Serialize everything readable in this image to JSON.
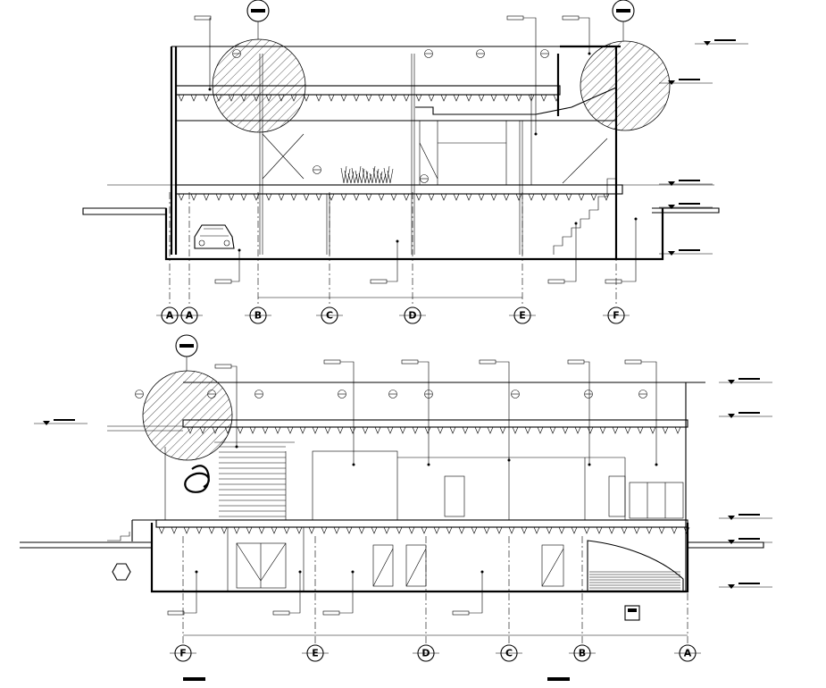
{
  "drawing": {
    "colors": {
      "ink": "#000000",
      "paper": "#ffffff"
    },
    "section_1": {
      "grid_axes": [
        "A",
        "A",
        "B",
        "C",
        "D",
        "E",
        "F"
      ]
    },
    "section_2": {
      "grid_axes": [
        "F",
        "E",
        "D",
        "C",
        "B",
        "A"
      ]
    },
    "icons": [
      "section-marker-icon",
      "detail-callout-icon",
      "elevation-marker-icon",
      "car-icon",
      "grid-bubble-icon"
    ]
  }
}
